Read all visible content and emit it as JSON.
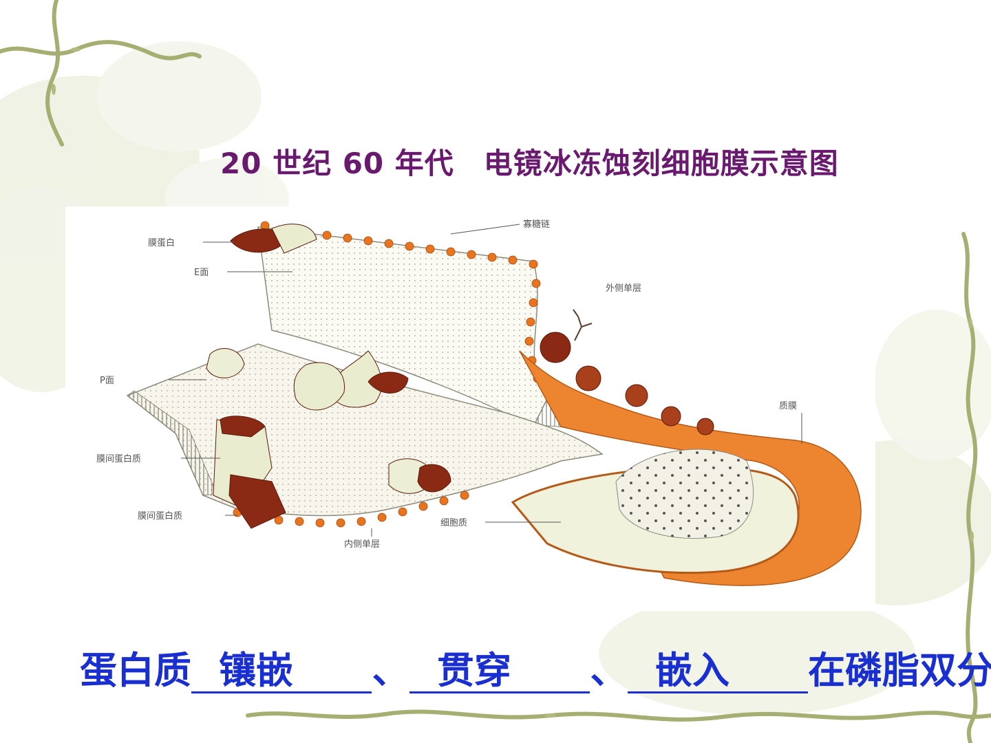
{
  "slide": {
    "title": "20 世纪 60 年代　电镜冰冻蚀刻细胞膜示意图",
    "caption": {
      "prefix": "蛋白质",
      "blank_1": "镶嵌",
      "sep_1": "、",
      "blank_2": "贯穿",
      "sep_2": "、",
      "blank_3": "嵌入",
      "suffix": "在磷脂双分"
    }
  },
  "diagram": {
    "labels": {
      "membrane_protein": "膜蛋白",
      "e_face": "E面",
      "sugar_chain": "寡糖链",
      "outer_leaflet": "外侧单层",
      "p_face": "P面",
      "intramembrane_protein_1": "膜间蛋白质",
      "intramembrane_protein_2": "膜间蛋白质",
      "inner_leaflet": "内侧单层",
      "cytoplasm": "细胞质",
      "cell_membrane": "质膜"
    },
    "colors": {
      "protein": "#8b2a14",
      "lipid_head": "#e8741e",
      "cytoplasm": "#f0f2dc",
      "title": "#6a1a6e",
      "caption": "#1a2fd0"
    }
  }
}
